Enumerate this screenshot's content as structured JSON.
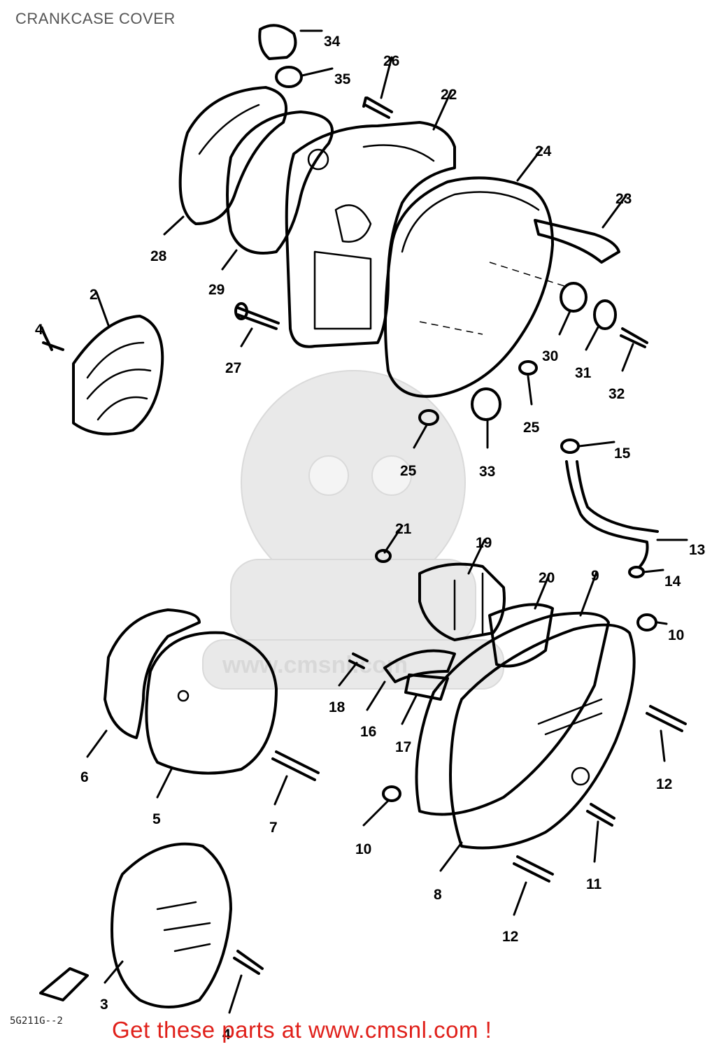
{
  "title": "CRANKCASE COVER",
  "diagram_code": "5G211G--2",
  "banner": "Get these parts at www.cmsnl.com !",
  "watermark_text": "www.cmsnl.com",
  "callouts": [
    "34",
    "35",
    "26",
    "22",
    "24",
    "23",
    "28",
    "29",
    "2",
    "4",
    "27",
    "30",
    "31",
    "32",
    "25",
    "25",
    "33",
    "15",
    "21",
    "19",
    "13",
    "14",
    "20",
    "9",
    "10",
    "18",
    "16",
    "17",
    "6",
    "5",
    "7",
    "12",
    "10",
    "8",
    "11",
    "12",
    "3",
    "4"
  ],
  "colors": {
    "banner": "#e0201a",
    "title": "#555555",
    "watermark": "#e9e9e9"
  }
}
